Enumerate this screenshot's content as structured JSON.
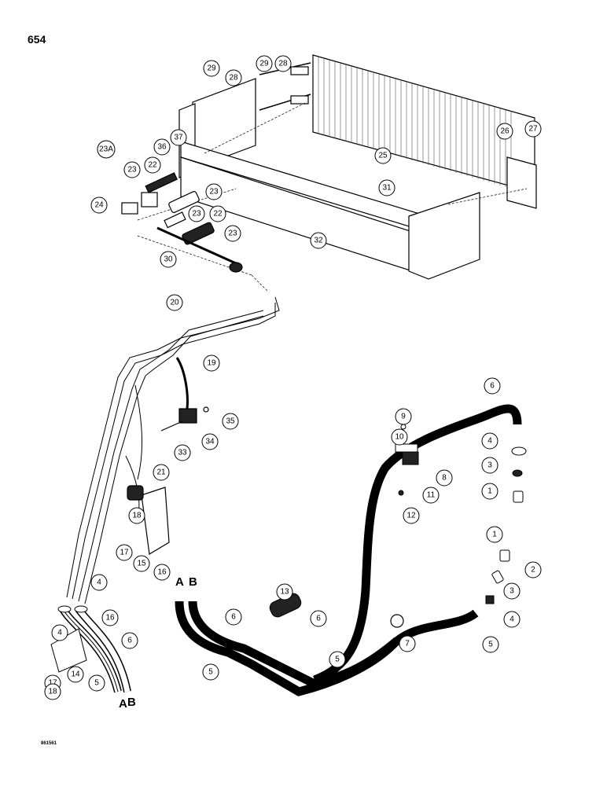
{
  "page_number": "654",
  "figure_code": "861561",
  "callouts": [
    {
      "label": "29"
    },
    {
      "label": "28"
    },
    {
      "label": "29"
    },
    {
      "label": "28"
    },
    {
      "label": "23A"
    },
    {
      "label": "36"
    },
    {
      "label": "37"
    },
    {
      "label": "22"
    },
    {
      "label": "23"
    },
    {
      "label": "23"
    },
    {
      "label": "24"
    },
    {
      "label": "23"
    },
    {
      "label": "22"
    },
    {
      "label": "23"
    },
    {
      "label": "30"
    },
    {
      "label": "25"
    },
    {
      "label": "26"
    },
    {
      "label": "27"
    },
    {
      "label": "31"
    },
    {
      "label": "32"
    },
    {
      "label": "20"
    },
    {
      "label": "19"
    },
    {
      "label": "35"
    },
    {
      "label": "34"
    },
    {
      "label": "33"
    },
    {
      "label": "21"
    },
    {
      "label": "18"
    },
    {
      "label": "17"
    },
    {
      "label": "15"
    },
    {
      "label": "16"
    },
    {
      "label": "4"
    },
    {
      "label": "4"
    },
    {
      "label": "16"
    },
    {
      "label": "6"
    },
    {
      "label": "14"
    },
    {
      "label": "17"
    },
    {
      "label": "18"
    },
    {
      "label": "5"
    },
    {
      "label": "9"
    },
    {
      "label": "10"
    },
    {
      "label": "11"
    },
    {
      "label": "12"
    },
    {
      "label": "8"
    },
    {
      "label": "6"
    },
    {
      "label": "4"
    },
    {
      "label": "3"
    },
    {
      "label": "1"
    },
    {
      "label": "1"
    },
    {
      "label": "2"
    },
    {
      "label": "3"
    },
    {
      "label": "4"
    },
    {
      "label": "13"
    },
    {
      "label": "6"
    },
    {
      "label": "5"
    },
    {
      "label": "6"
    },
    {
      "label": "5"
    },
    {
      "label": "7"
    },
    {
      "label": "5"
    }
  ],
  "hose_end_labels": {
    "left_a": "A",
    "left_b": "B",
    "bottom_a": "A",
    "bottom_b": "B"
  }
}
